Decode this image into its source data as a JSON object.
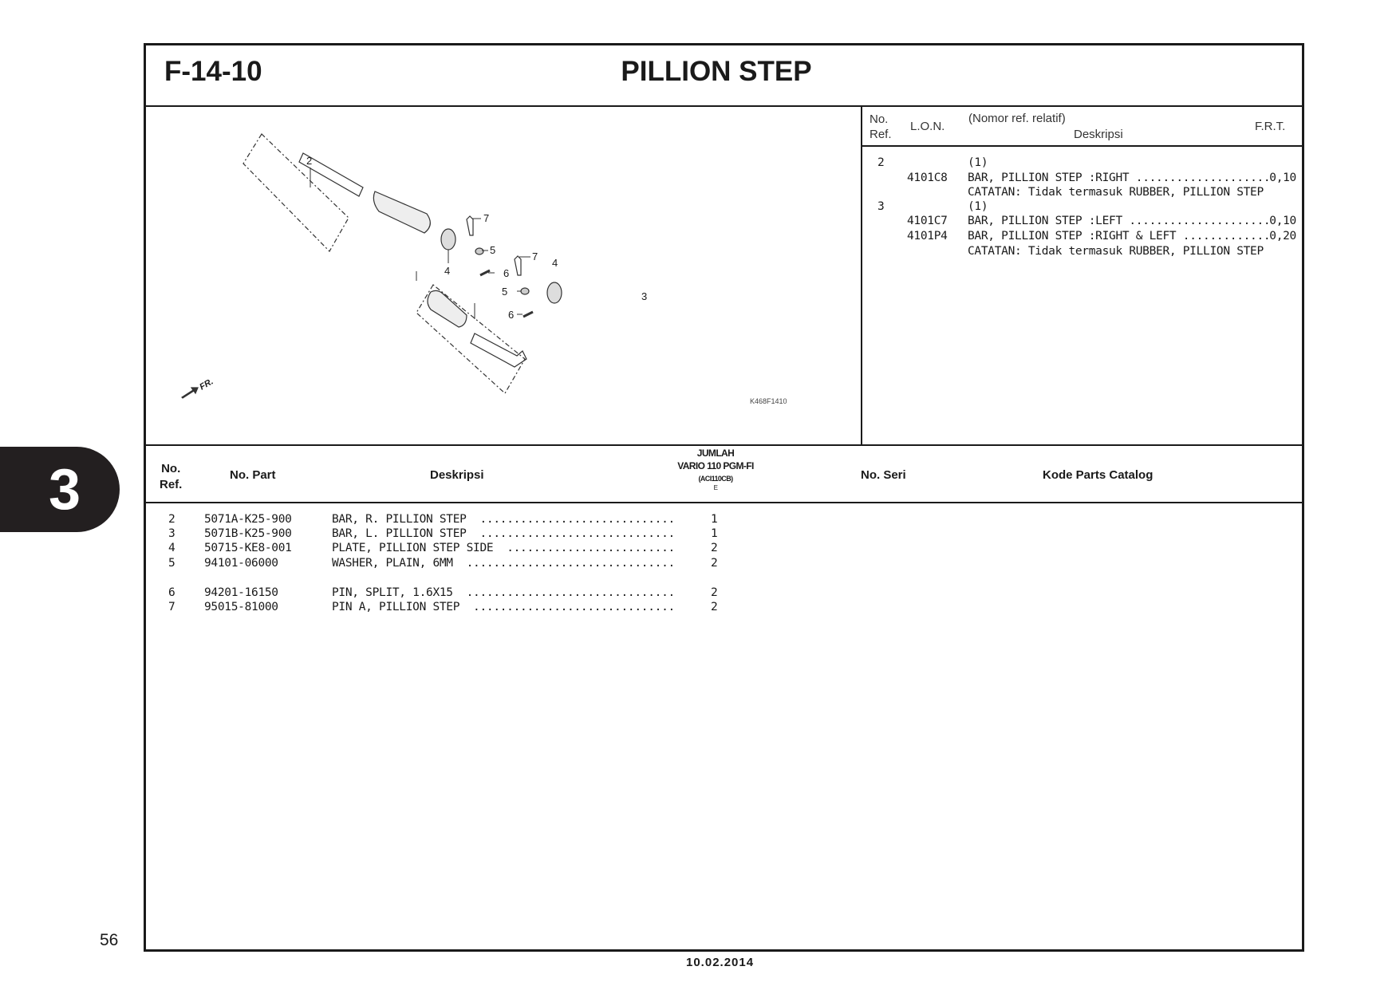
{
  "header": {
    "code": "F-14-10",
    "title": "PILLION STEP"
  },
  "diagram": {
    "code": "K468F1410",
    "front_label": "FR.",
    "callouts": [
      "2",
      "7",
      "5",
      "7",
      "4",
      "4",
      "6",
      "5",
      "6",
      "3"
    ]
  },
  "frt_table": {
    "headers": {
      "ref_line1": "No.",
      "ref_line2": "Ref.",
      "lon": "L.O.N.",
      "desc_line1": "(Nomor ref. relatif)",
      "desc_line2": "Deskripsi",
      "frt": "F.R.T."
    },
    "rows": [
      {
        "ref": "2",
        "lon": "",
        "desc": "(1)",
        "frt": ""
      },
      {
        "ref": "",
        "lon": "4101C8",
        "desc": "BAR, PILLION STEP :RIGHT",
        "frt": "0,10"
      },
      {
        "ref": "",
        "lon": "",
        "desc": "CATATAN: Tidak termasuk RUBBER, PILLION STEP",
        "frt": ""
      },
      {
        "ref": "3",
        "lon": "",
        "desc": "(1)",
        "frt": ""
      },
      {
        "ref": "",
        "lon": "4101C7",
        "desc": "BAR, PILLION STEP :LEFT",
        "frt": "0,10"
      },
      {
        "ref": "",
        "lon": "4101P4",
        "desc": "BAR, PILLION STEP :RIGHT & LEFT",
        "frt": "0,20"
      },
      {
        "ref": "",
        "lon": "",
        "desc": "CATATAN: Tidak termasuk RUBBER, PILLION STEP",
        "frt": ""
      }
    ]
  },
  "parts_table": {
    "headers": {
      "ref_line1": "No.",
      "ref_line2": "Ref.",
      "part": "No. Part",
      "desc": "Deskripsi",
      "qty_line1": "JUMLAH",
      "qty_line2": "VARIO 110 PGM-FI",
      "qty_line3": "(ACI110CB)",
      "qty_line4": "E",
      "serial": "No. Seri",
      "catalog": "Kode Parts Catalog"
    },
    "rows": [
      {
        "ref": "2",
        "part": "5071A-K25-900",
        "desc": "BAR, R. PILLION STEP",
        "qty": "1"
      },
      {
        "ref": "3",
        "part": "5071B-K25-900",
        "desc": "BAR, L. PILLION STEP",
        "qty": "1"
      },
      {
        "ref": "4",
        "part": "50715-KE8-001",
        "desc": "PLATE, PILLION STEP SIDE",
        "qty": "2"
      },
      {
        "ref": "5",
        "part": "94101-06000",
        "desc": "WASHER, PLAIN, 6MM",
        "qty": "2"
      },
      {
        "ref": "6",
        "part": "94201-16150",
        "desc": "PIN, SPLIT, 1.6X15",
        "qty": "2"
      },
      {
        "ref": "7",
        "part": "95015-81000",
        "desc": "PIN A, PILLION STEP",
        "qty": "2"
      }
    ]
  },
  "section_tab": "3",
  "page_number": "56",
  "date": "10.02.2014"
}
